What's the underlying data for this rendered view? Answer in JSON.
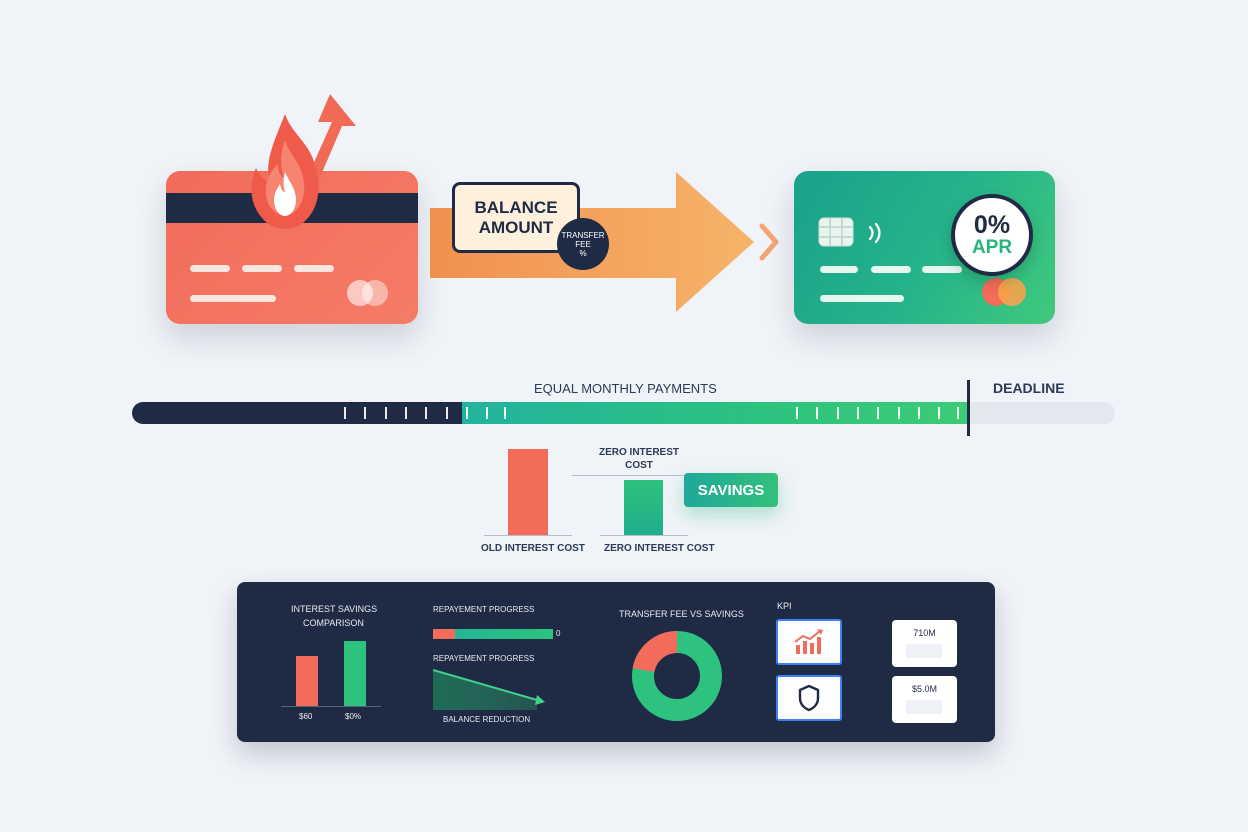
{
  "balance_box": {
    "line1": "BALANCE",
    "line2": "AMOUNT"
  },
  "fee_badge": {
    "line1": "TRANSFER",
    "line2": "FEE",
    "line3": "%"
  },
  "apr_badge": {
    "percent": "0%",
    "label": "APR"
  },
  "timeline": {
    "label": "EQUAL MONTHLY PAYMENTS",
    "deadline": "DEADLINE"
  },
  "comparison": {
    "old_label": "OLD INTEREST COST",
    "zero_label_top_line1": "ZERO INTEREST",
    "zero_label_top_line2": "COST",
    "zero_label": "ZERO INTEREST COST",
    "savings": "SAVINGS"
  },
  "dashboard": {
    "savings_title_line1": "INTEREST SAVINGS",
    "savings_title_line2": "COMPARISON",
    "savings_values": [
      "$60",
      "$0%"
    ],
    "progress_title": "REPAYEMENT PROGRESS",
    "progress_value": "0",
    "progress_fraction": 0.18,
    "progress_title_2": "REPAYEMENT PROGRESS",
    "balance_reduction": "BALANCE REDUCTION",
    "fee_vs_savings_title": "TRANSFER FEE VS SAVINGS",
    "kpi_title": "KPI",
    "kpi_value_1": "710M",
    "kpi_value_2": "$5.0M"
  },
  "colors": {
    "navy": "#1f2a44",
    "coral": "#f26b5b",
    "orange": "#f4a35c",
    "green": "#2dc27e",
    "teal": "#1aa18b",
    "kpi_blue": "#3b82f6"
  },
  "icons": [
    "fire-icon",
    "trend-up-arrow-icon",
    "card-network-logo-icon",
    "chip-icon",
    "contactless-icon",
    "chevron-right-icon",
    "bar-chart-up-icon",
    "shield-icon"
  ]
}
